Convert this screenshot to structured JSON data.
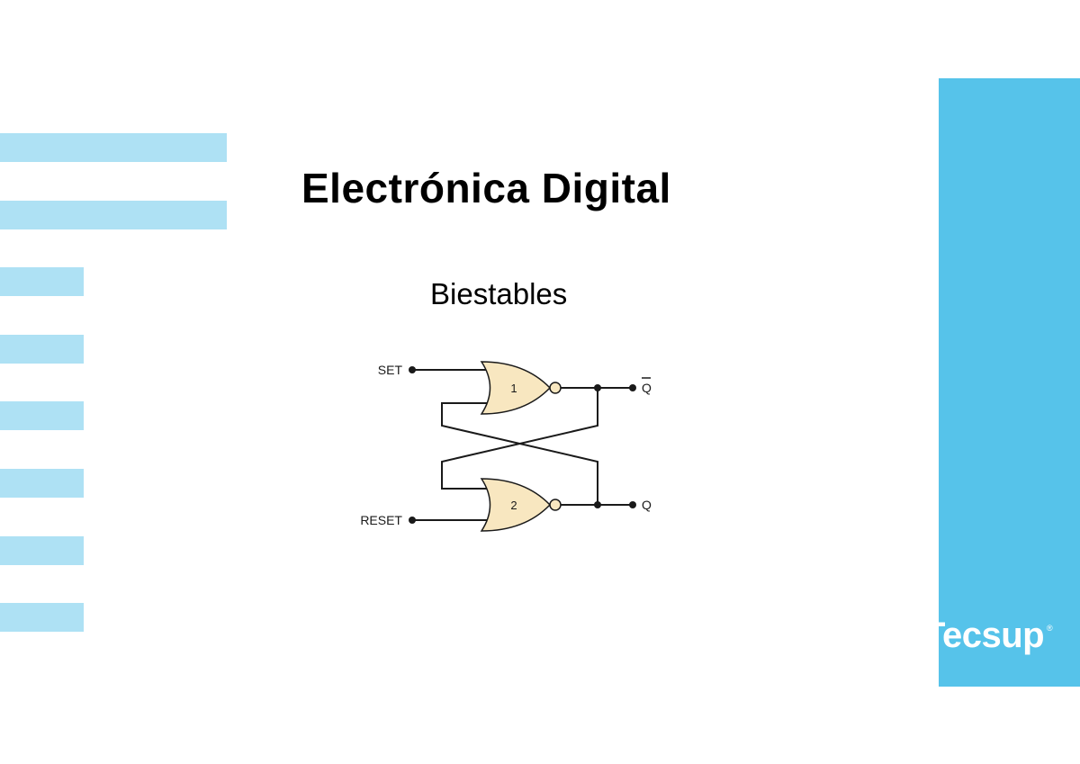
{
  "slide": {
    "title": "Electrónica Digital",
    "subtitle": "Biestables"
  },
  "diagram": {
    "set_label": "SET",
    "reset_label": "RESET",
    "q_bar_label": "Q",
    "q_label": "Q",
    "gate_1_label": "1",
    "gate_2_label": "2"
  },
  "brand": {
    "logo_text": "Tecsup",
    "registered_mark": "®"
  },
  "colors": {
    "panel_blue": "#56c3ea",
    "stripe_blue": "#aee1f4",
    "gate_fill": "#f8e7c0",
    "wire": "#1a1a1a"
  }
}
